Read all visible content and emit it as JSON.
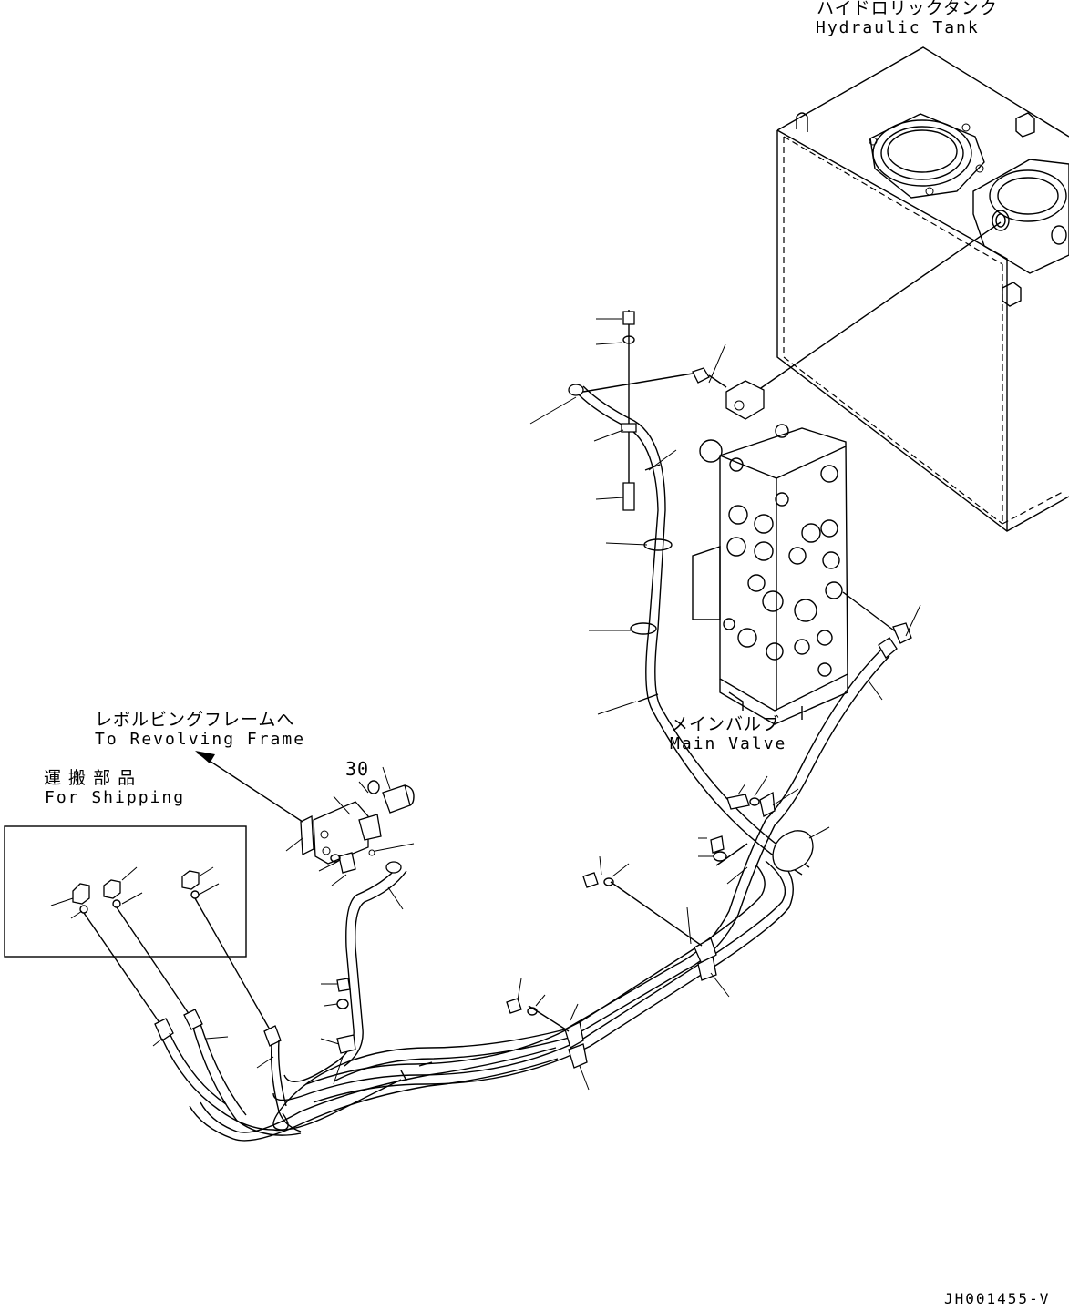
{
  "labels": {
    "hydraulic_tank_jp": "ハイドロリックタンク",
    "hydraulic_tank_en": "Hydraulic Tank",
    "revolving_frame_jp": "レボルビングフレームへ",
    "revolving_frame_en": "To Revolving Frame",
    "for_shipping_jp": "運 搬 部 品",
    "for_shipping_en": "For Shipping",
    "main_valve_jp": "メインバルブ",
    "main_valve_en": "Main Valve",
    "part_30": "30",
    "drawing_code": "JH001455-V"
  }
}
